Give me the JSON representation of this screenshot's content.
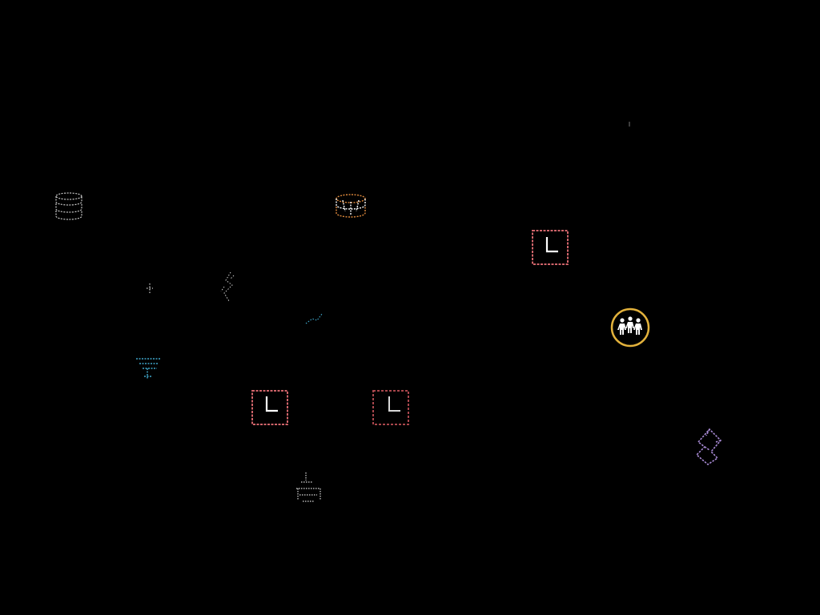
{
  "scene": {
    "background": "#000000"
  },
  "colors": {
    "stack_grey": "#c9c9c9",
    "stack_orange": "#e08a3c",
    "sign_frame": "#d0646a",
    "sign_frame_dim": "#a8464c",
    "sign_glyph": "#ffffff",
    "badge_ring": "#e3b23c",
    "badge_people": "#ffffff",
    "scroll_outline": "#a98bd6",
    "spark_cyan": "#3fa6c9",
    "spark_white": "#ffffff"
  },
  "objects": [
    {
      "id": "stack-left",
      "icon": "stacked-coins-icon"
    },
    {
      "id": "stack-center",
      "icon": "stacked-coins-icon"
    },
    {
      "id": "sign-upper",
      "icon": "l-sign-icon"
    },
    {
      "id": "sign-left",
      "icon": "l-sign-icon"
    },
    {
      "id": "sign-mid",
      "icon": "l-sign-icon"
    },
    {
      "id": "people-badge",
      "icon": "people-badge-icon"
    },
    {
      "id": "scroll-item",
      "icon": "scroll-icon"
    }
  ]
}
